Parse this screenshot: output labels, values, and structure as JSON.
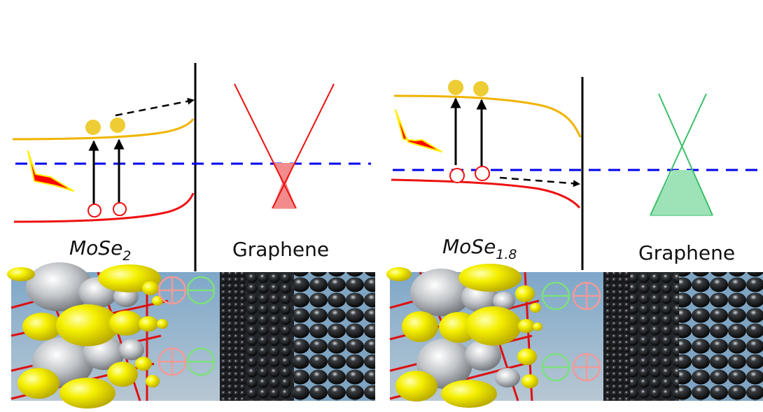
{
  "panels": [
    {
      "material_label": "MoSe",
      "material_subscript": "2",
      "substrate_label": "Graphene",
      "graphene_fill_color": "#f28b8b",
      "graphene_line_color": "#ee1111",
      "charges_top": [
        "plus",
        "minus"
      ],
      "charges_bottom": [
        "plus",
        "minus"
      ]
    },
    {
      "material_label": "MoSe",
      "material_subscript": "1.8",
      "substrate_label": "Graphene",
      "graphene_fill_color": "#9ee3b8",
      "graphene_line_color": "#3cbf6a",
      "charges_top": [
        "minus",
        "plus"
      ],
      "charges_bottom": [
        "minus",
        "plus"
      ]
    }
  ],
  "colors": {
    "conduction_band": "#f0b400",
    "valence_band": "#ee1111",
    "fermi_level": "#0000ee",
    "electron": "#eecc33",
    "hole": "#ee1111",
    "plus_charge": "#f29a9a",
    "minus_charge": "#7de07d",
    "sky": "#8fb0cc"
  },
  "icons": [
    "light-bolt-icon",
    "electron-dot-icon",
    "hole-circle-icon",
    "plus-charge-icon",
    "minus-charge-icon"
  ]
}
